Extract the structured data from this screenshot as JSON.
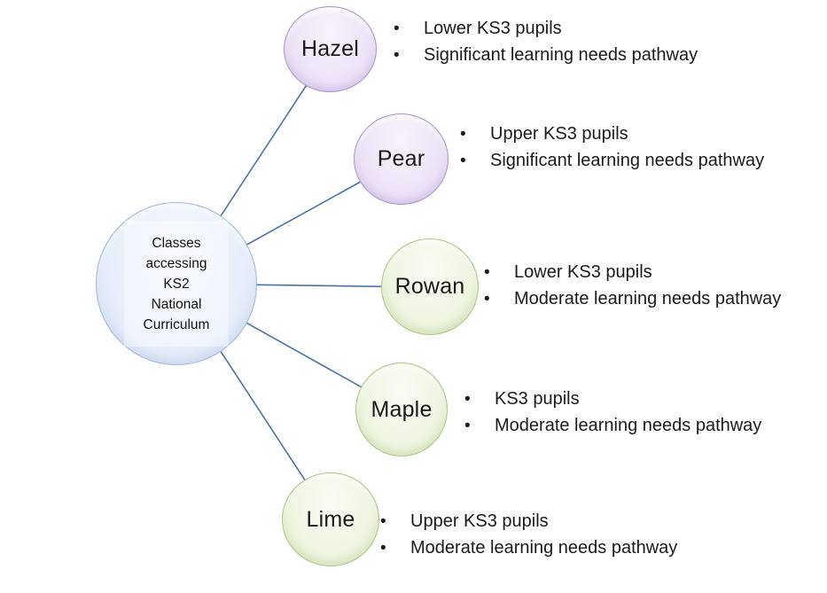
{
  "diagram": {
    "center": {
      "label": "Classes\naccessing\nKS2\nNational\nCurriculum"
    },
    "nodes": [
      {
        "id": "hazel",
        "label": "Hazel",
        "theme": "purple",
        "bullets": [
          "Lower KS3 pupils",
          "Significant learning needs pathway"
        ]
      },
      {
        "id": "pear",
        "label": "Pear",
        "theme": "purple",
        "bullets": [
          "Upper KS3 pupils",
          "Significant learning needs pathway"
        ]
      },
      {
        "id": "rowan",
        "label": "Rowan",
        "theme": "green",
        "bullets": [
          "Lower KS3 pupils",
          "Moderate learning needs pathway"
        ]
      },
      {
        "id": "maple",
        "label": "Maple",
        "theme": "green",
        "bullets": [
          "KS3 pupils",
          "Moderate learning needs pathway"
        ]
      },
      {
        "id": "lime",
        "label": "Lime",
        "theme": "green",
        "bullets": [
          "Upper KS3 pupils",
          "Moderate learning needs pathway"
        ]
      }
    ],
    "colors": {
      "connector": "#4573a9",
      "center_fill": "#e9effa",
      "center_border": "#9db4da",
      "purple_fill": "#ede3f7",
      "purple_border": "#a690cf",
      "green_fill": "#eef5e0",
      "green_border": "#aac581"
    }
  }
}
